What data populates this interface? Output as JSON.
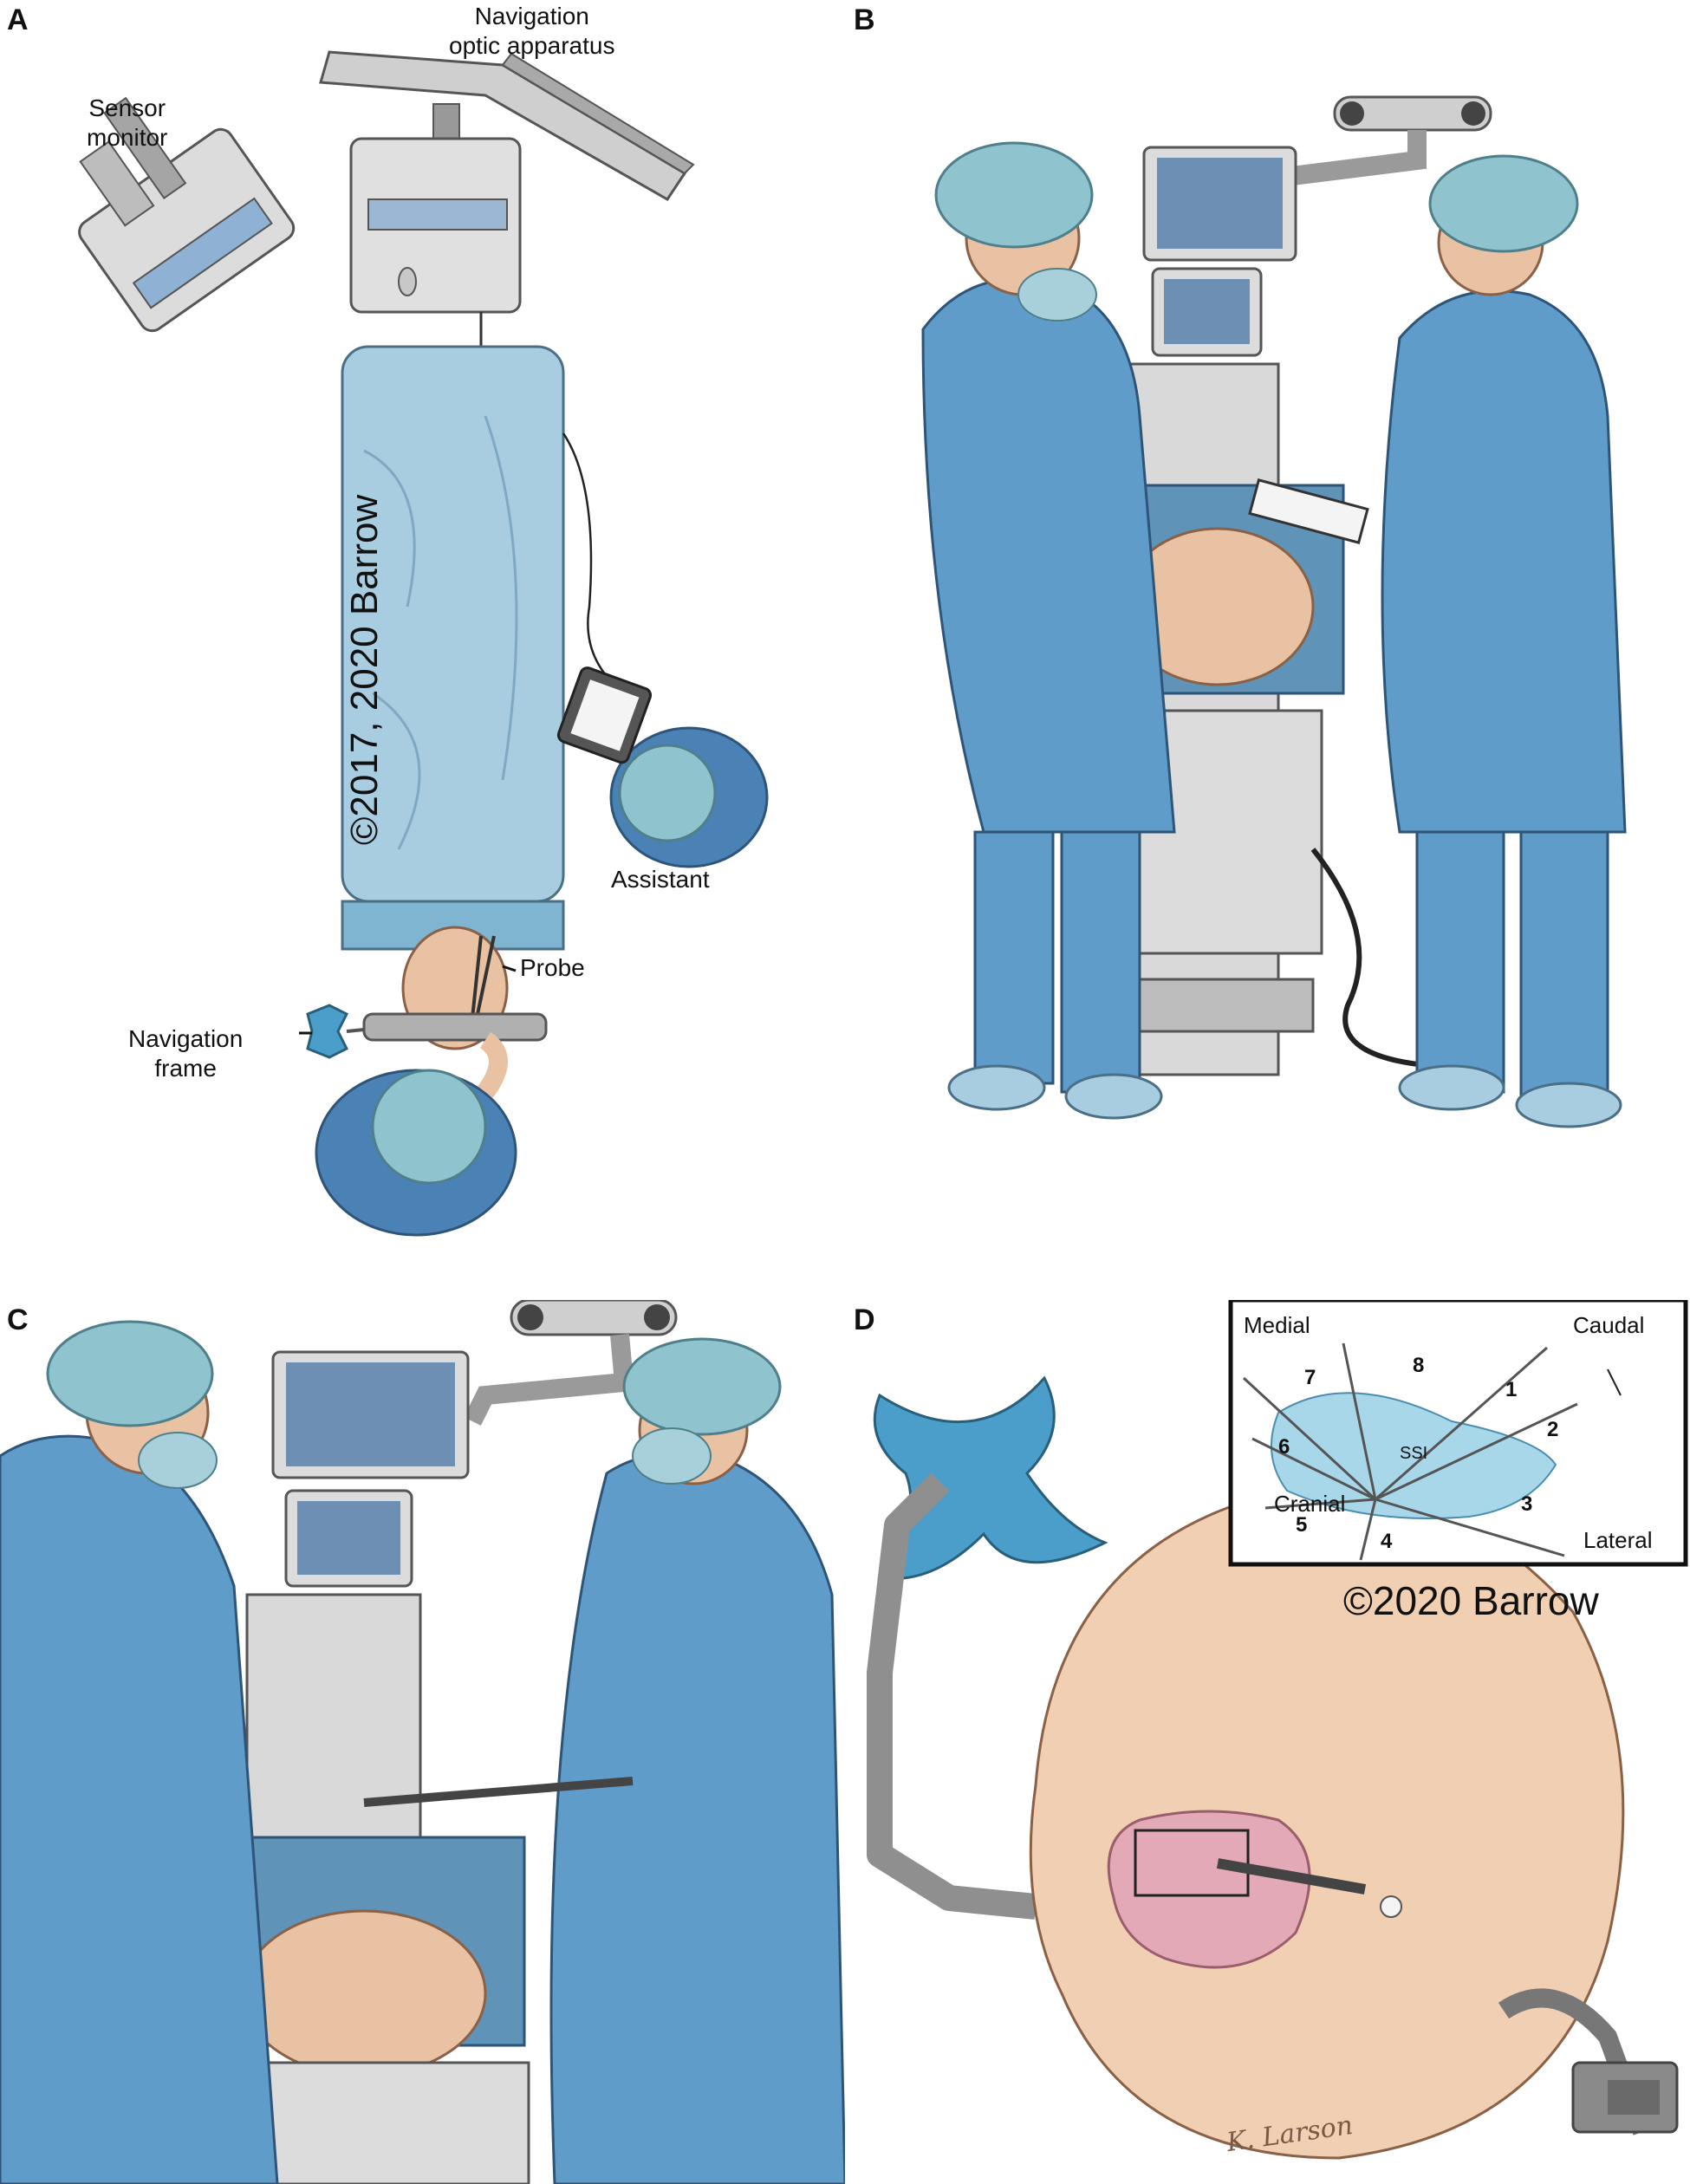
{
  "panels": {
    "a": {
      "letter": "A",
      "labels": {
        "navigation_optic_line1": "Navigation",
        "navigation_optic_line2": "optic apparatus",
        "sensor_monitor_line1": "Sensor",
        "sensor_monitor_line2": "monitor",
        "assistant": "Assistant",
        "probe": "Probe",
        "navigation_frame_line1": "Navigation",
        "navigation_frame_line2": "frame"
      },
      "copyright": "©2017, 2020 Barrow"
    },
    "b": {
      "letter": "B"
    },
    "c": {
      "letter": "C"
    },
    "d": {
      "letter": "D",
      "inset": {
        "medial": "Medial",
        "caudal": "Caudal",
        "cranial": "Cranial",
        "lateral": "Lateral",
        "center": "SSI",
        "trajectories": [
          "1",
          "2",
          "3",
          "4",
          "5",
          "6",
          "7",
          "8"
        ]
      },
      "copyright": "©2020 Barrow",
      "signature": "K. Larson"
    }
  },
  "colors": {
    "gown": "#5f9cc9",
    "gown_dark": "#3f7aa8",
    "cap": "#8fc4cf",
    "skin": "#e8c2a3",
    "equipment": "#d6d6d6",
    "equipment_dark": "#9a9a9a",
    "screen": "#6d8fb3",
    "brain": "#e3a9b7",
    "frame_blue": "#4a9ec9"
  }
}
